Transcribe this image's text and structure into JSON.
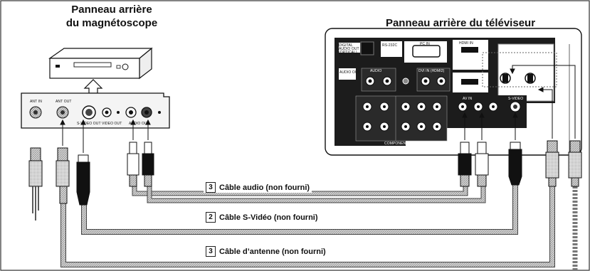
{
  "vcr": {
    "title_line1": "Panneau arrière",
    "title_line2": "du magnétoscope",
    "port_ant_in": "ANT IN",
    "port_ant_out": "ANT OUT",
    "port_svideo_out": "S-VIDEO OUT",
    "port_video_out": "VIDEO OUT",
    "port_audio_out": "AUDIO OUT"
  },
  "tv": {
    "title": "Panneau arrière du téléviseur",
    "port_digital_audio_out": "DIGITAL AUDIO OUT (OPTICAL)",
    "port_rs232c": "RS-232C",
    "port_pc_in": "PC IN",
    "port_hdmi_in": "HDMI IN",
    "port_audio_out": "AUDIO OUT",
    "port_dvi_in": "DVI IN (HDMI2)",
    "port_audio": "AUDIO",
    "port_component_in": "COMPONENT IN",
    "port_av_in": "AV IN",
    "port_svideo": "S-VIDEO"
  },
  "cables": [
    {
      "number": "3",
      "label": "Câble audio (non fourni)"
    },
    {
      "number": "2",
      "label": "Câble S-Vidéo (non fourni)"
    },
    {
      "number": "3",
      "label": "Câble d’antenne (non fourni)"
    }
  ]
}
